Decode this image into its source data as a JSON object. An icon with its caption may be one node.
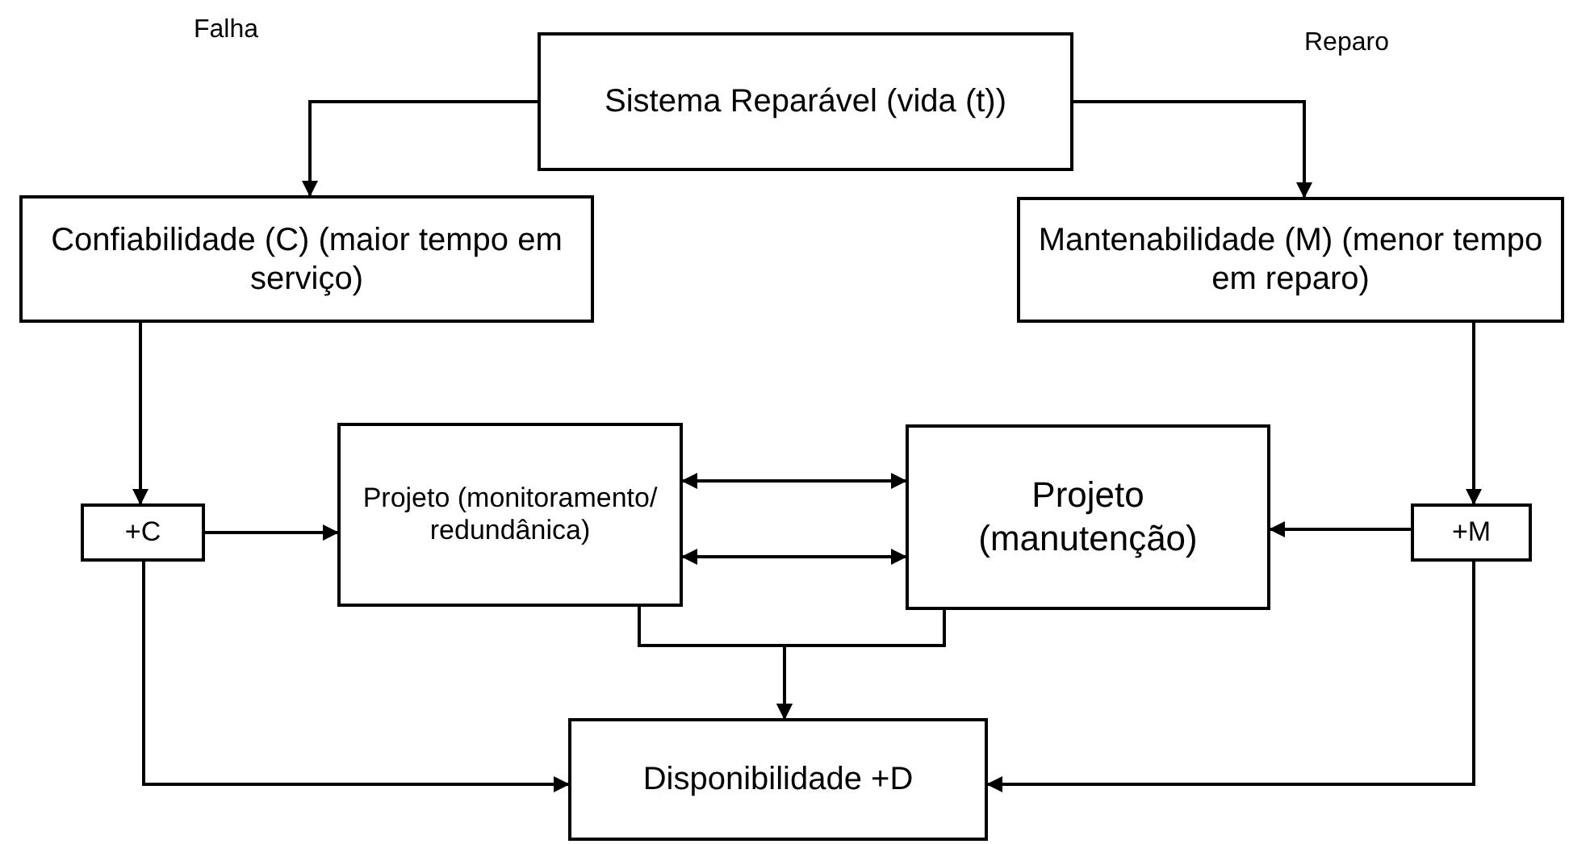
{
  "diagram": {
    "nodes": [
      {
        "text": [
          "Sistema Reparável (vida (t))"
        ]
      },
      {
        "text": [
          "Confiabilidade (C) (maior tempo em serviço)"
        ]
      },
      {
        "text": [
          "Mantenabilidade (M) (menor tempo em reparo)"
        ]
      },
      {
        "text": [
          "+C"
        ]
      },
      {
        "text": [
          "Projeto (monitoramento/ redundânica)"
        ]
      },
      {
        "text": [
          "Projeto (manutenção)"
        ]
      },
      {
        "text": [
          "+M"
        ]
      },
      {
        "text": [
          "Disponibilidade +D"
        ]
      }
    ],
    "edges": [
      {
        "from": 0,
        "to": 1,
        "arrow": "to"
      },
      {
        "from": 0,
        "to": 2,
        "arrow": "to"
      },
      {
        "from": 1,
        "to": 3,
        "arrow": "to"
      },
      {
        "from": 2,
        "to": 6,
        "arrow": "to"
      },
      {
        "from": 3,
        "to": 4,
        "arrow": "to"
      },
      {
        "from": 4,
        "to": 5,
        "arrow": "both"
      },
      {
        "from": 4,
        "to": 5,
        "arrow": "both"
      },
      {
        "from": 6,
        "to": 5,
        "arrow": "to"
      },
      {
        "from": 3,
        "to": 7,
        "arrow": "to"
      },
      {
        "from": 6,
        "to": 7,
        "arrow": "to"
      },
      {
        "from": 4,
        "to": 7,
        "arrow": "to"
      },
      {
        "from": 5,
        "to": 7,
        "arrow": "to"
      }
    ],
    "labels": [
      "Falha",
      "Reparo"
    ]
  }
}
